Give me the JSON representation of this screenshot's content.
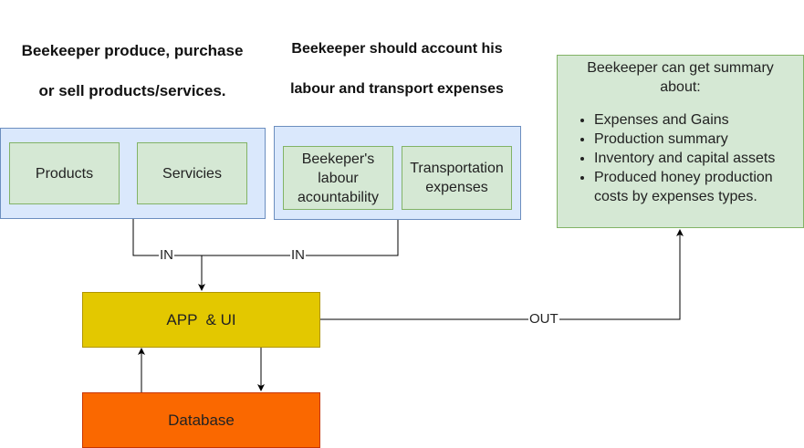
{
  "headings": {
    "produce_line1": "Beekeeper produce, purchase",
    "produce_line2": "or sell products/services.",
    "account_line1": "Beekeeper should account his",
    "account_line2": "labour and transport expenses"
  },
  "inputs_left": {
    "products": "Products",
    "services": "Servicies"
  },
  "inputs_right": {
    "labour_line1": "Beekeper's",
    "labour_line2": "labour",
    "labour_line3": "acountability",
    "transport_line1": "Transportation",
    "transport_line2": "expenses"
  },
  "app": {
    "label": "APP  & UI"
  },
  "database": {
    "label": "Database"
  },
  "edges": {
    "in_left": "IN",
    "in_right": "IN",
    "out": "OUT"
  },
  "summary": {
    "title_line1": "Beekeeper can get summary",
    "title_line2": "about:",
    "items": [
      "Expenses and Gains",
      "Production summary",
      "Inventory and capital assets",
      "Produced honey production costs by expenses types."
    ]
  },
  "colors": {
    "group_fill": "#dae8fc",
    "box_fill": "#d5e8d4",
    "app_fill": "#e3c800",
    "db_fill": "#fa6800"
  }
}
